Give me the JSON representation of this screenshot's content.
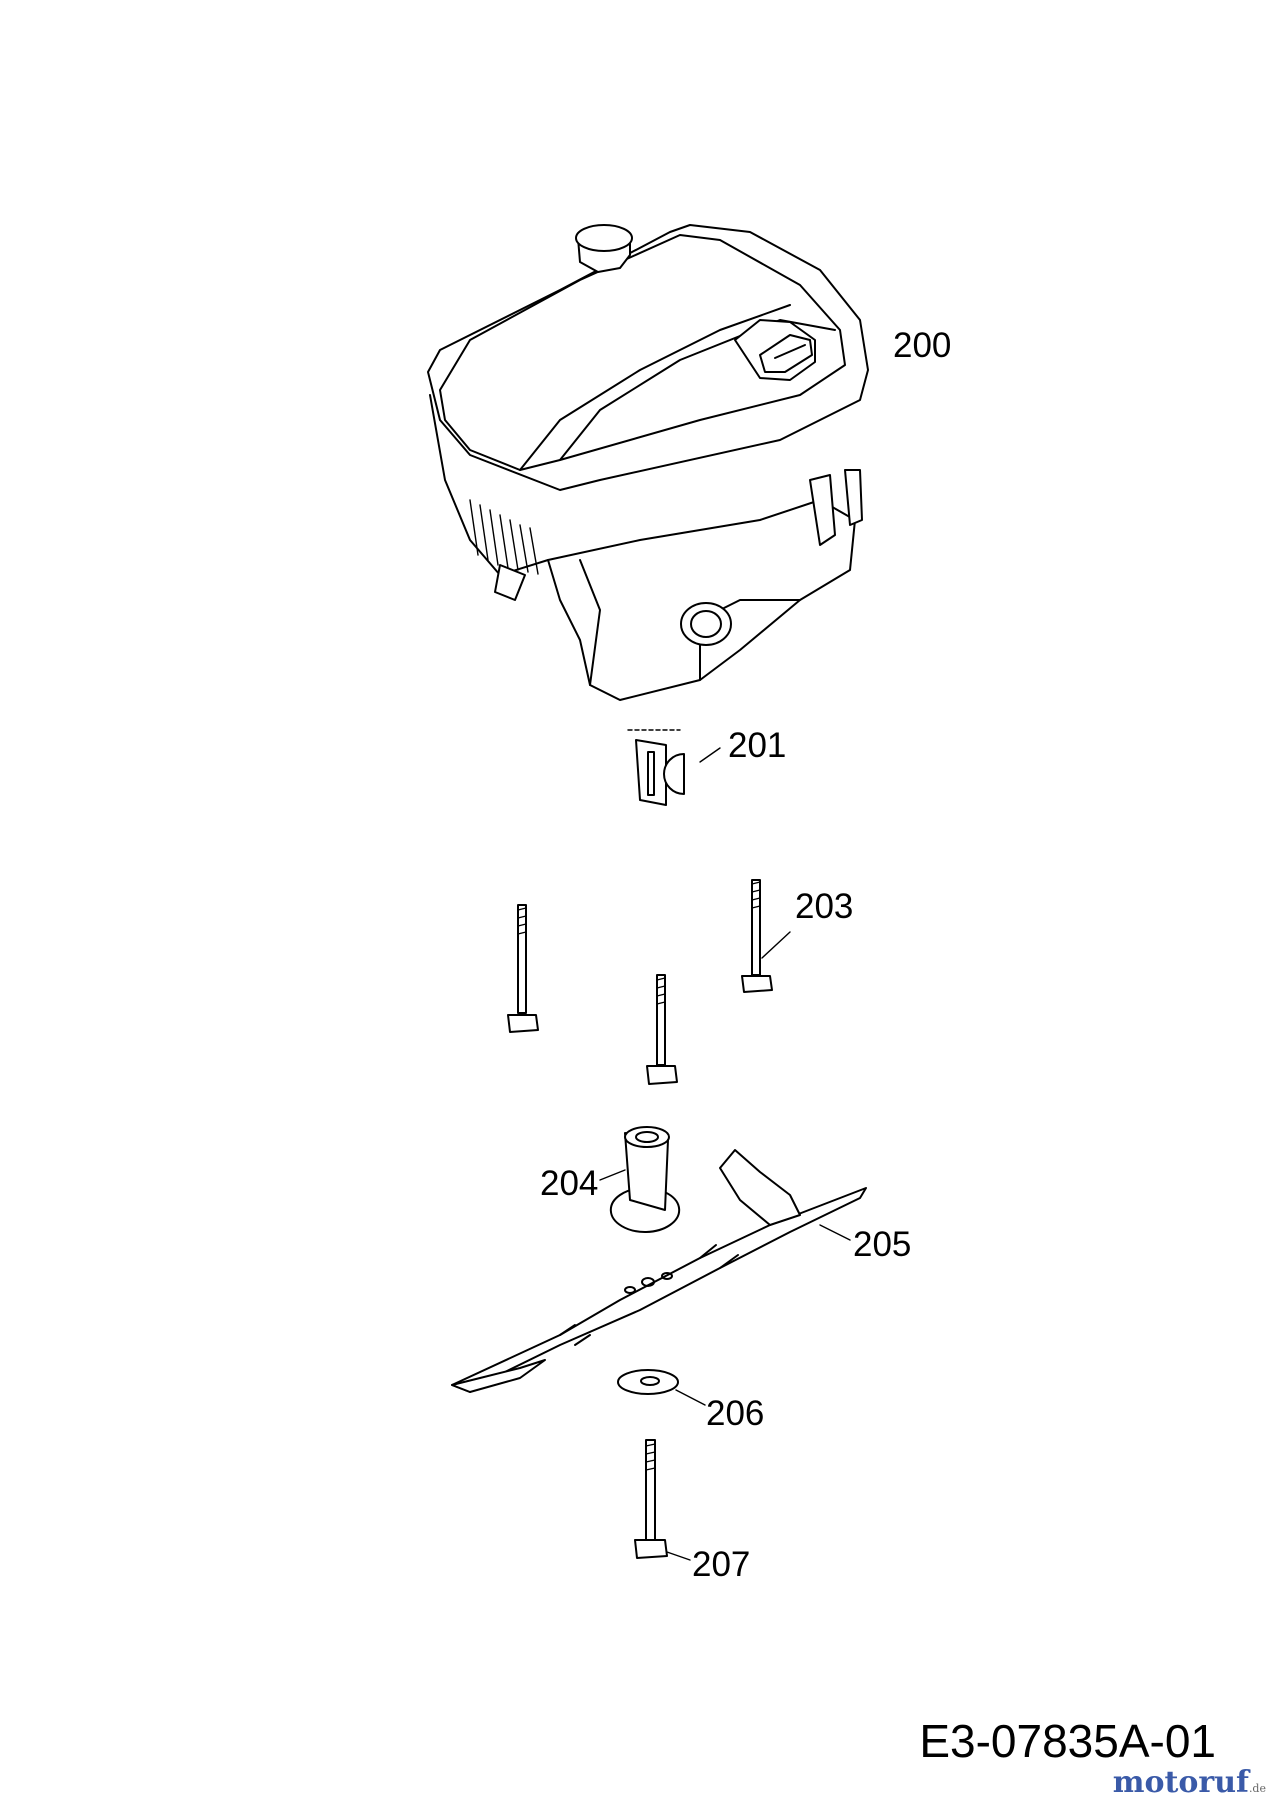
{
  "callouts": [
    {
      "id": "200",
      "label": "200"
    },
    {
      "id": "201",
      "label": "201"
    },
    {
      "id": "203",
      "label": "203"
    },
    {
      "id": "204",
      "label": "204"
    },
    {
      "id": "205",
      "label": "205"
    },
    {
      "id": "206",
      "label": "206"
    },
    {
      "id": "207",
      "label": "207"
    }
  ],
  "drawing_code": "E3-07835A-01",
  "watermark": {
    "text": "motoruf",
    "tld": ".de"
  }
}
